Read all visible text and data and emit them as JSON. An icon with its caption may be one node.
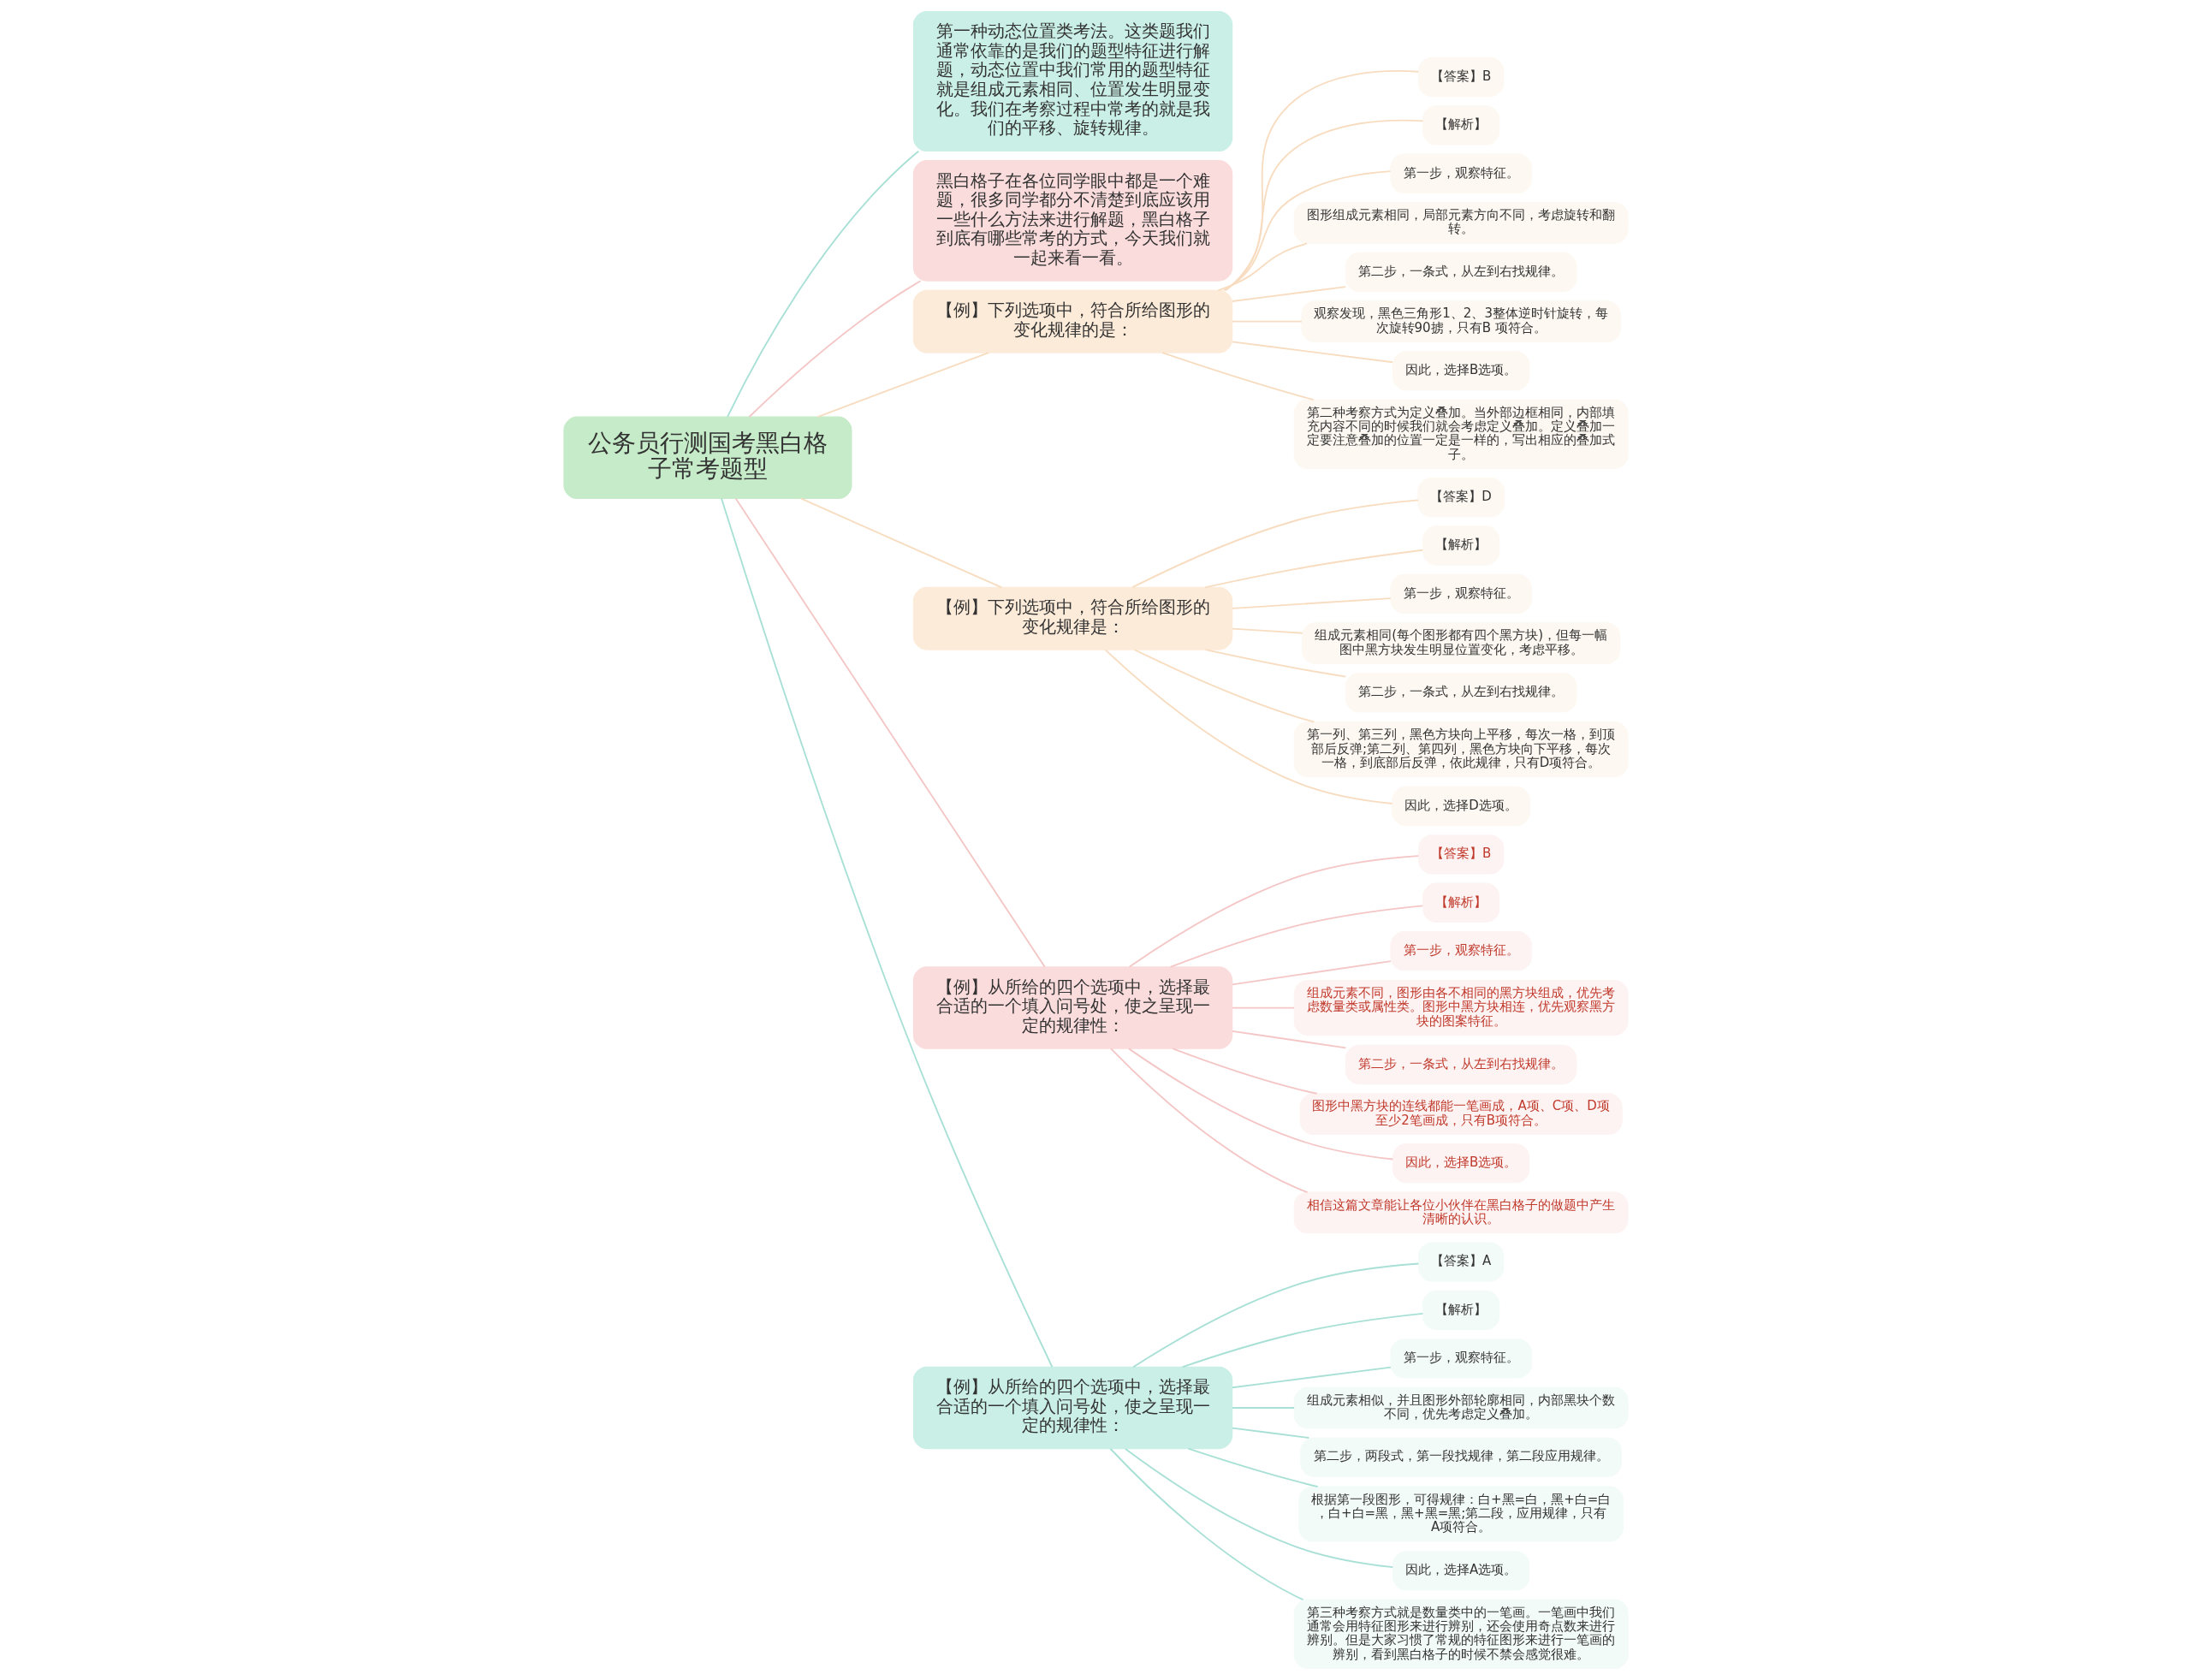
{
  "diagram": {
    "nodes": [
      {
        "text": [
          "公务员行测国考黑白格子常考题型"
        ]
      },
      {
        "text": [
          "第一种动态位置类考法。这类题我们通常依靠的是我们的题型特征进行解题，动态位置中我们常用的题型特征就是组成元素相同、位置发生明显变化。我们在考察过程中常考的就是我们的平移、旋转规律。"
        ]
      },
      {
        "text": [
          "黑白格子在各位同学眼中都是一个难题，很多同学都分不清楚到底应该用一些什么方法来进行解题，黑白格子到底有哪些常考的方式，今天我们就一起来看一看。"
        ]
      },
      {
        "text": [
          "【例】下列选项中，符合所给图形的变化规律的是："
        ]
      },
      {
        "text": [
          "【答案】B"
        ]
      },
      {
        "text": [
          "【解析】"
        ]
      },
      {
        "text": [
          "第一步，观察特征。"
        ]
      },
      {
        "text": [
          "图形组成元素相同，局部元素方向不同，考虑旋转和翻转。"
        ]
      },
      {
        "text": [
          "第二步，一条式，从左到右找规律。"
        ]
      },
      {
        "text": [
          "观察发现，黑色三角形1、2、3整体逆时针旋转，每次旋转90掳，只有B 项符合。"
        ]
      },
      {
        "text": [
          "因此，选择B选项。"
        ]
      },
      {
        "text": [
          "第二种考察方式为定义叠加。当外部边框相同，内部填充内容不同的时候我们就会考虑定义叠加。定义叠加一定要注意叠加的位置一定是一样的，写出相应的叠加式子。"
        ]
      },
      {
        "text": [
          "【例】下列选项中，符合所给图形的变化规律是："
        ]
      },
      {
        "text": [
          "【答案】D"
        ]
      },
      {
        "text": [
          "【解析】"
        ]
      },
      {
        "text": [
          "第一步，观察特征。"
        ]
      },
      {
        "text": [
          "组成元素相同(每个图形都有四个黑方块)，但每一幅图中黑方块发生明显位置变化，考虑平移。"
        ]
      },
      {
        "text": [
          "第二步，一条式，从左到右找规律。"
        ]
      },
      {
        "text": [
          "第一列、第三列，黑色方块向上平移，每次一格，到顶部后反弹;第二列、第四列，黑色方块向下平移，每次一格，到底部后反弹，依此规律，只有D项符合。"
        ]
      },
      {
        "text": [
          "因此，选择D选项。"
        ]
      },
      {
        "text": [
          "【例】从所给的四个选项中，选择最合适的一个填入问号处，使之呈现一定的规律性："
        ]
      },
      {
        "text": [
          "【答案】B"
        ]
      },
      {
        "text": [
          "【解析】"
        ]
      },
      {
        "text": [
          "第一步，观察特征。"
        ]
      },
      {
        "text": [
          "组成元素不同，图形由各不相同的黑方块组成，优先考虑数量类或属性类。图形中黑方块相连，优先观察黑方块的图案特征。"
        ]
      },
      {
        "text": [
          "第二步，一条式，从左到右找规律。"
        ]
      },
      {
        "text": [
          "图形中黑方块的连线都能一笔画成，A项、C项、D项至少2笔画成，只有B项符合。"
        ]
      },
      {
        "text": [
          "因此，选择B选项。"
        ]
      },
      {
        "text": [
          "相信这篇文章能让各位小伙伴在黑白格子的做题中产生清晰的认识。"
        ]
      },
      {
        "text": [
          "【例】从所给的四个选项中，选择最合适的一个填入问号处，使之呈现一定的规律性："
        ]
      },
      {
        "text": [
          "【答案】A"
        ]
      },
      {
        "text": [
          "【解析】"
        ]
      },
      {
        "text": [
          "第一步，观察特征。"
        ]
      },
      {
        "text": [
          "组成元素相似，并且图形外部轮廓相同，内部黑块个数不同，优先考虑定义叠加。"
        ]
      },
      {
        "text": [
          "第二步，两段式，第一段找规律，第二段应用规律。"
        ]
      },
      {
        "text": [
          "根据第一段图形，可得规律：白+黑=白，黑+白=白，白+白=黑，黑+黑=黑;第二段，应用规律，只有A项符合。"
        ]
      },
      {
        "text": [
          "因此，选择A选项。"
        ]
      },
      {
        "text": [
          "第三种考察方式就是数量类中的一笔画。一笔画中我们通常会用特征图形来进行辨别，还会使用奇点数来进行辨别。但是大家习惯了常规的特征图形来进行一笔画的辨别，看到黑白格子的时候不禁会感觉很难。"
        ]
      }
    ],
    "edges": [
      {
        "from": 0,
        "to": 1,
        "arrow": "none",
        "color": "#a8e0d6"
      },
      {
        "from": 0,
        "to": 2,
        "arrow": "none",
        "color": "#f5c6c6"
      },
      {
        "from": 0,
        "to": 3,
        "arrow": "none",
        "color": "#f8dcc0"
      },
      {
        "from": 3,
        "to": 4,
        "arrow": "none",
        "color": "#f8dcc0"
      },
      {
        "from": 3,
        "to": 5,
        "arrow": "none",
        "color": "#f8dcc0"
      },
      {
        "from": 3,
        "to": 6,
        "arrow": "none",
        "color": "#f8dcc0"
      },
      {
        "from": 3,
        "to": 7,
        "arrow": "none",
        "color": "#f8dcc0"
      },
      {
        "from": 3,
        "to": 8,
        "arrow": "none",
        "color": "#f8dcc0"
      },
      {
        "from": 3,
        "to": 9,
        "arrow": "none",
        "color": "#f8dcc0"
      },
      {
        "from": 3,
        "to": 10,
        "arrow": "none",
        "color": "#f8dcc0"
      },
      {
        "from": 3,
        "to": 11,
        "arrow": "none",
        "color": "#f8dcc0"
      },
      {
        "from": 0,
        "to": 12,
        "arrow": "none",
        "color": "#f8dcc0"
      },
      {
        "from": 12,
        "to": 13,
        "arrow": "none",
        "color": "#f8dcc0"
      },
      {
        "from": 12,
        "to": 14,
        "arrow": "none",
        "color": "#f8dcc0"
      },
      {
        "from": 12,
        "to": 15,
        "arrow": "none",
        "color": "#f8dcc0"
      },
      {
        "from": 12,
        "to": 16,
        "arrow": "none",
        "color": "#f8dcc0"
      },
      {
        "from": 12,
        "to": 17,
        "arrow": "none",
        "color": "#f8dcc0"
      },
      {
        "from": 12,
        "to": 18,
        "arrow": "none",
        "color": "#f8dcc0"
      },
      {
        "from": 12,
        "to": 19,
        "arrow": "none",
        "color": "#f8dcc0"
      },
      {
        "from": 0,
        "to": 20,
        "arrow": "none",
        "color": "#f5c6c6"
      },
      {
        "from": 20,
        "to": 21,
        "arrow": "none",
        "color": "#f5c6c6"
      },
      {
        "from": 20,
        "to": 22,
        "arrow": "none",
        "color": "#f5c6c6"
      },
      {
        "from": 20,
        "to": 23,
        "arrow": "none",
        "color": "#f5c6c6"
      },
      {
        "from": 20,
        "to": 24,
        "arrow": "none",
        "color": "#f5c6c6"
      },
      {
        "from": 20,
        "to": 25,
        "arrow": "none",
        "color": "#f5c6c6"
      },
      {
        "from": 20,
        "to": 26,
        "arrow": "none",
        "color": "#f5c6c6"
      },
      {
        "from": 20,
        "to": 27,
        "arrow": "none",
        "color": "#f5c6c6"
      },
      {
        "from": 20,
        "to": 28,
        "arrow": "none",
        "color": "#f5c6c6"
      },
      {
        "from": 0,
        "to": 29,
        "arrow": "none",
        "color": "#a8e0d6"
      },
      {
        "from": 29,
        "to": 30,
        "arrow": "none",
        "color": "#a8e0d6"
      },
      {
        "from": 29,
        "to": 31,
        "arrow": "none",
        "color": "#a8e0d6"
      },
      {
        "from": 29,
        "to": 32,
        "arrow": "none",
        "color": "#a8e0d6"
      },
      {
        "from": 29,
        "to": 33,
        "arrow": "none",
        "color": "#a8e0d6"
      },
      {
        "from": 29,
        "to": 34,
        "arrow": "none",
        "color": "#a8e0d6"
      },
      {
        "from": 29,
        "to": 35,
        "arrow": "none",
        "color": "#a8e0d6"
      },
      {
        "from": 29,
        "to": 36,
        "arrow": "none",
        "color": "#a8e0d6"
      },
      {
        "from": 29,
        "to": 37,
        "arrow": "none",
        "color": "#a8e0d6"
      }
    ]
  }
}
